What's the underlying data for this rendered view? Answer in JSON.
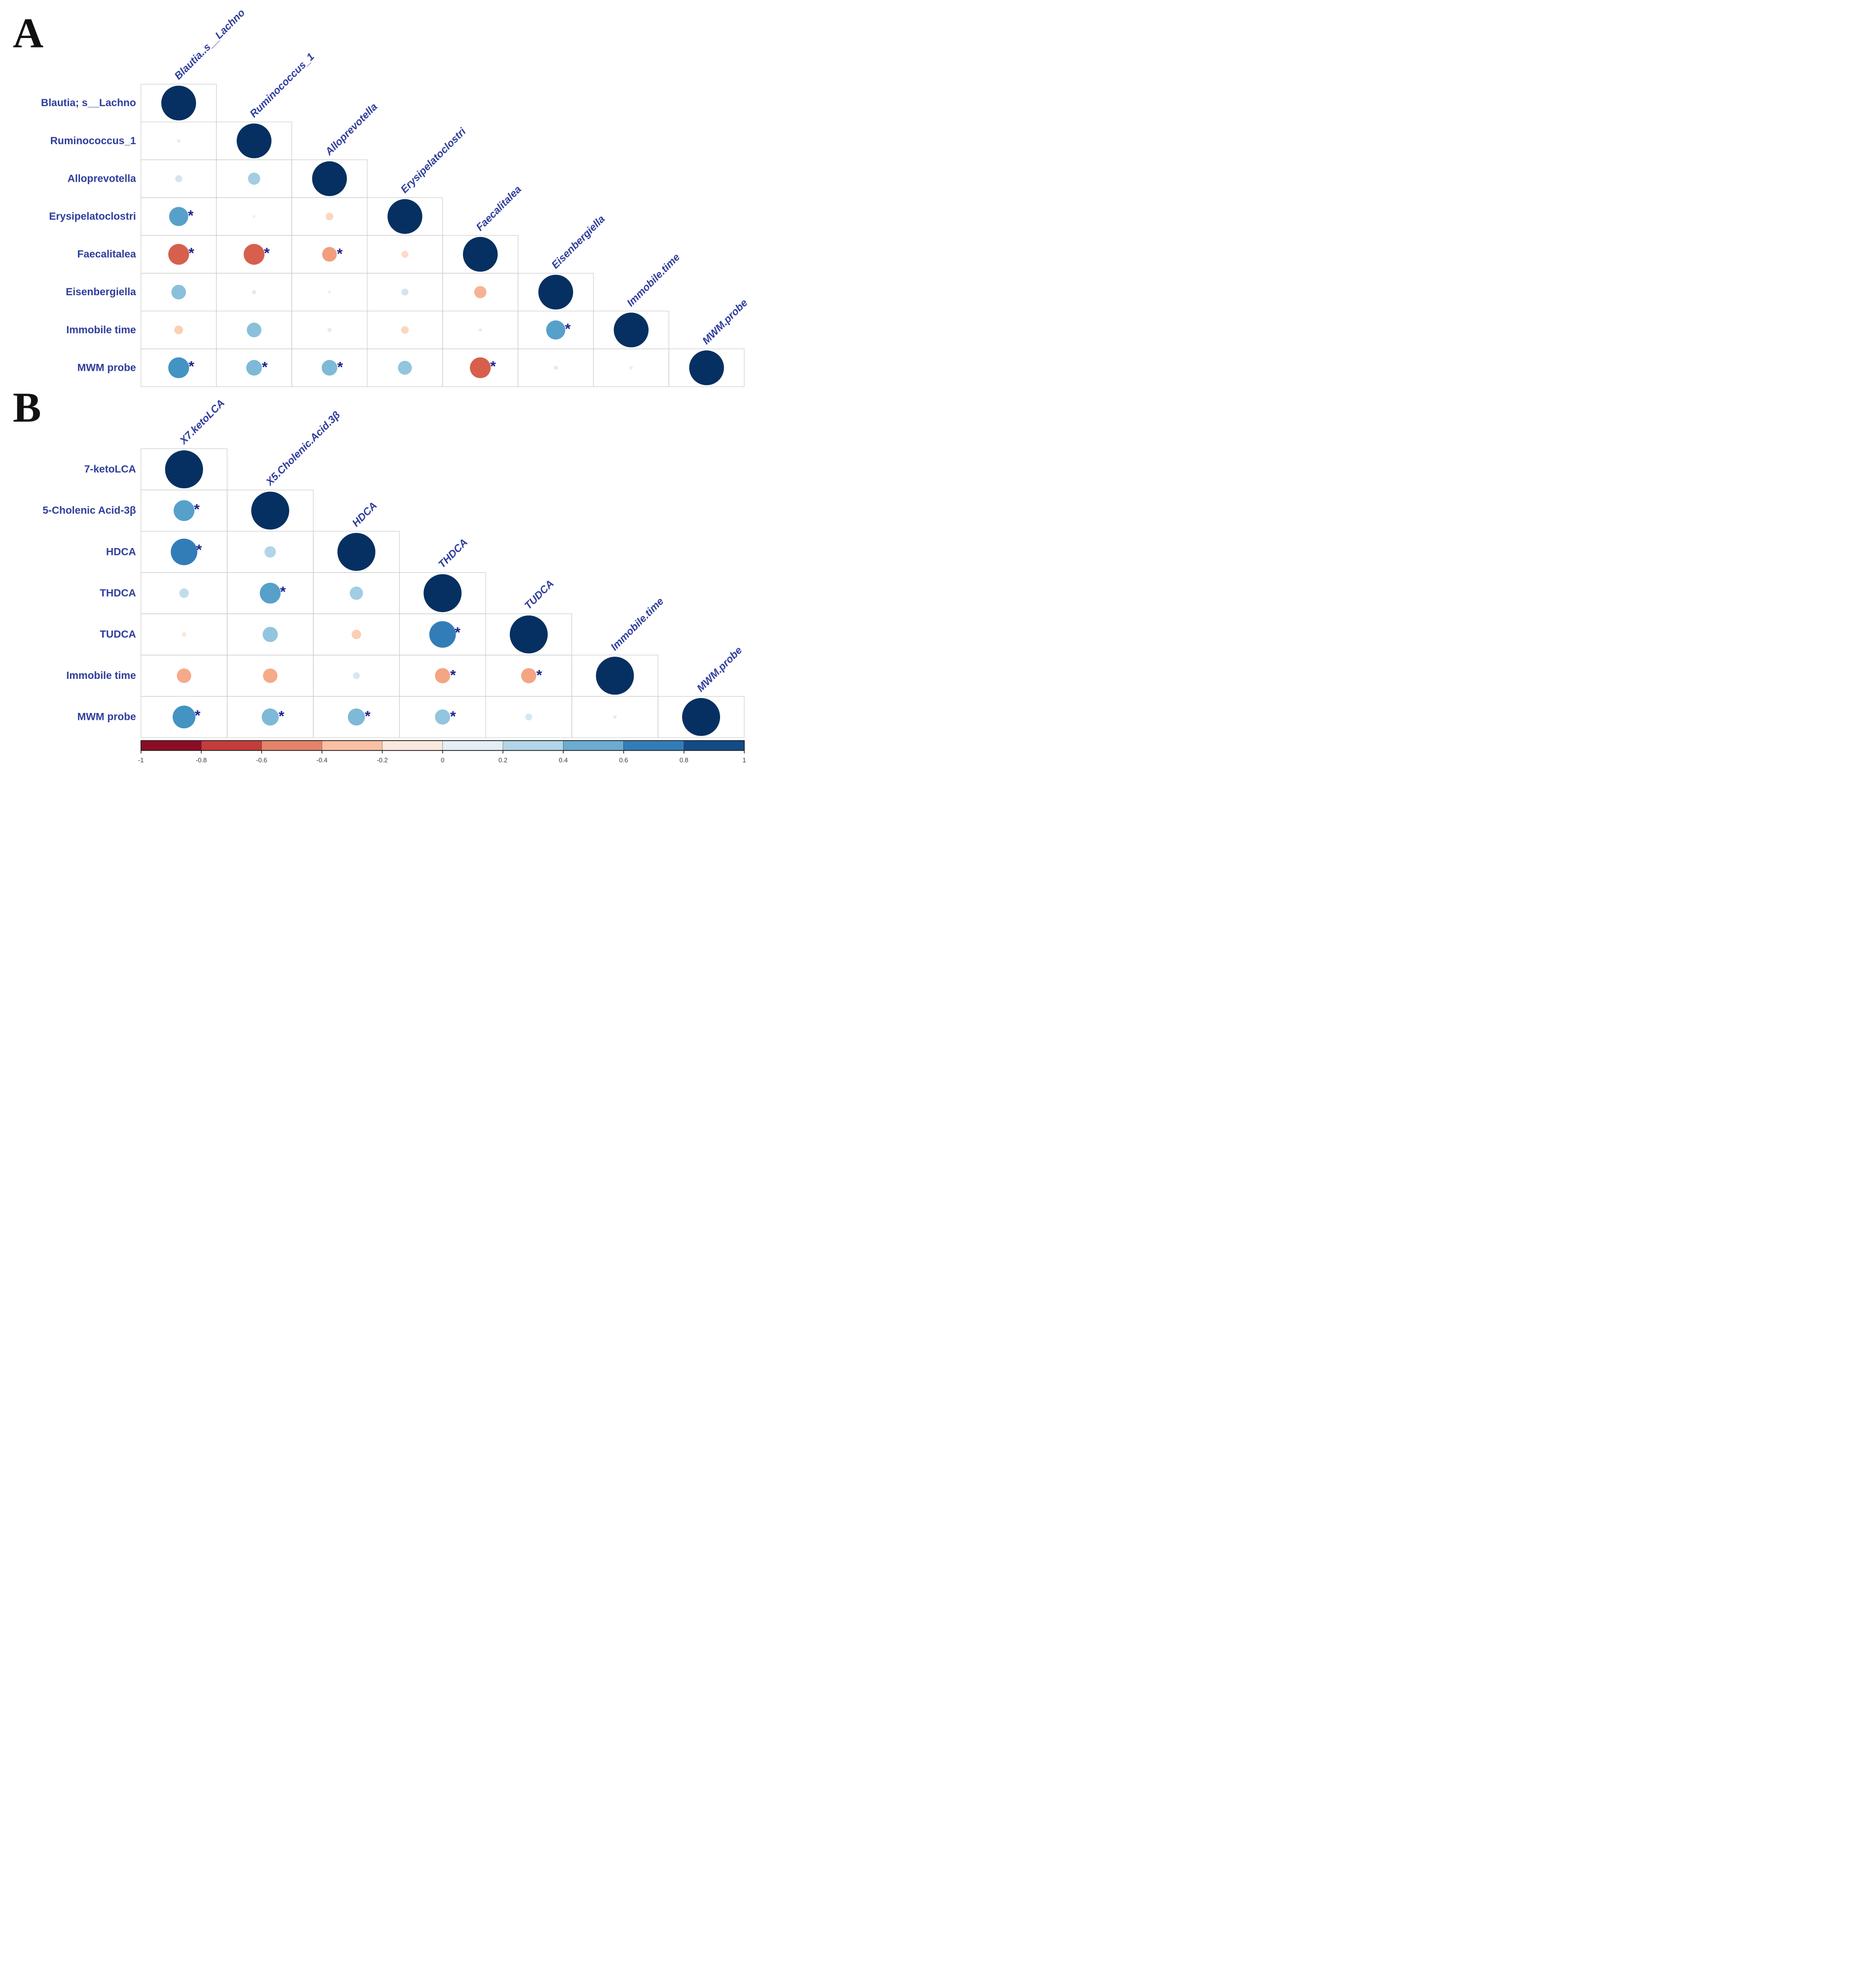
{
  "figure": {
    "background": "#ffffff",
    "label_color": "#2e3d9b",
    "grid_color": "#c9c9c9",
    "sig_marker": "*",
    "sig_marker_color": "#1e2490",
    "panel_letter_color": "#111111"
  },
  "chart_data": [
    {
      "type": "heatmap",
      "subtype": "correlation-bubble-matrix",
      "panel": "A",
      "triangle": "lower",
      "row_labels": [
        "Blautia; s__Lachno",
        "Ruminococcus_1",
        "Alloprevotella",
        "Erysipelatoclostri",
        "Faecalitalea",
        "Eisenbergiella",
        "Immobile time",
        "MWM probe"
      ],
      "col_labels": [
        "Blautia..s__Lachno",
        "Ruminococcus_1",
        "Alloprevotella",
        "Erysipelatoclostri",
        "Faecalitalea",
        "Eisenbergiella",
        "Immobile.time",
        "MWM.probe"
      ],
      "values": [
        [
          1
        ],
        [
          0.1,
          1
        ],
        [
          0.2,
          0.35,
          1
        ],
        [
          0.55,
          -0.08,
          -0.22,
          1
        ],
        [
          -0.6,
          -0.6,
          -0.42,
          -0.2,
          1
        ],
        [
          0.42,
          0.12,
          0.08,
          0.2,
          -0.35,
          1
        ],
        [
          -0.25,
          0.42,
          0.12,
          -0.22,
          0.1,
          0.55,
          1
        ],
        [
          0.6,
          0.45,
          0.45,
          0.4,
          -0.6,
          0.12,
          -0.1,
          1
        ]
      ],
      "significant_cells": [
        [
          3,
          0
        ],
        [
          4,
          0
        ],
        [
          4,
          1
        ],
        [
          4,
          2
        ],
        [
          6,
          5
        ],
        [
          7,
          0
        ],
        [
          7,
          1
        ],
        [
          7,
          2
        ],
        [
          7,
          4
        ]
      ]
    },
    {
      "type": "heatmap",
      "subtype": "correlation-bubble-matrix",
      "panel": "B",
      "triangle": "lower",
      "row_labels": [
        "7-ketoLCA",
        "5-Cholenic Acid-3β",
        "HDCA",
        "THDCA",
        "TUDCA",
        "Immobile time",
        "MWM probe"
      ],
      "col_labels": [
        "X7.ketoLCA",
        "X5.Cholenic.Acid.3β",
        "HDCA",
        "THDCA",
        "TUDCA",
        "Immobile.time",
        "MWM.probe"
      ],
      "values": [
        [
          1
        ],
        [
          0.55,
          1
        ],
        [
          0.7,
          0.3,
          1
        ],
        [
          0.25,
          0.55,
          0.35,
          1
        ],
        [
          -0.12,
          0.4,
          -0.25,
          0.7,
          1
        ],
        [
          -0.38,
          -0.38,
          0.18,
          -0.4,
          -0.4,
          1
        ],
        [
          0.6,
          0.45,
          0.45,
          0.4,
          0.18,
          -0.1,
          1
        ]
      ],
      "significant_cells": [
        [
          1,
          0
        ],
        [
          2,
          0
        ],
        [
          3,
          1
        ],
        [
          4,
          3
        ],
        [
          5,
          3
        ],
        [
          5,
          4
        ],
        [
          6,
          0
        ],
        [
          6,
          1
        ],
        [
          6,
          2
        ],
        [
          6,
          3
        ]
      ]
    },
    {
      "type": "colorbar",
      "orientation": "horizontal",
      "range": [
        -1,
        1
      ],
      "ticks": [
        -1,
        -0.8,
        -0.6,
        -0.4,
        -0.2,
        0,
        0.2,
        0.4,
        0.6,
        0.8,
        1
      ],
      "tick_labels": [
        "-1",
        "-0.8",
        "-0.6",
        "-0.4",
        "-0.2",
        "0",
        "0.2",
        "0.4",
        "0.6",
        "0.8",
        "1"
      ],
      "palette_stops": [
        {
          "v": -1.0,
          "color": "#67001f"
        },
        {
          "v": -0.8,
          "color": "#b2182b"
        },
        {
          "v": -0.6,
          "color": "#d6604d"
        },
        {
          "v": -0.4,
          "color": "#f4a582"
        },
        {
          "v": -0.2,
          "color": "#fddbc7"
        },
        {
          "v": 0.0,
          "color": "#f7f7f7"
        },
        {
          "v": 0.2,
          "color": "#d1e5f0"
        },
        {
          "v": 0.4,
          "color": "#92c5de"
        },
        {
          "v": 0.6,
          "color": "#4393c3"
        },
        {
          "v": 0.8,
          "color": "#2166ac"
        },
        {
          "v": 1.0,
          "color": "#053061"
        }
      ]
    }
  ]
}
